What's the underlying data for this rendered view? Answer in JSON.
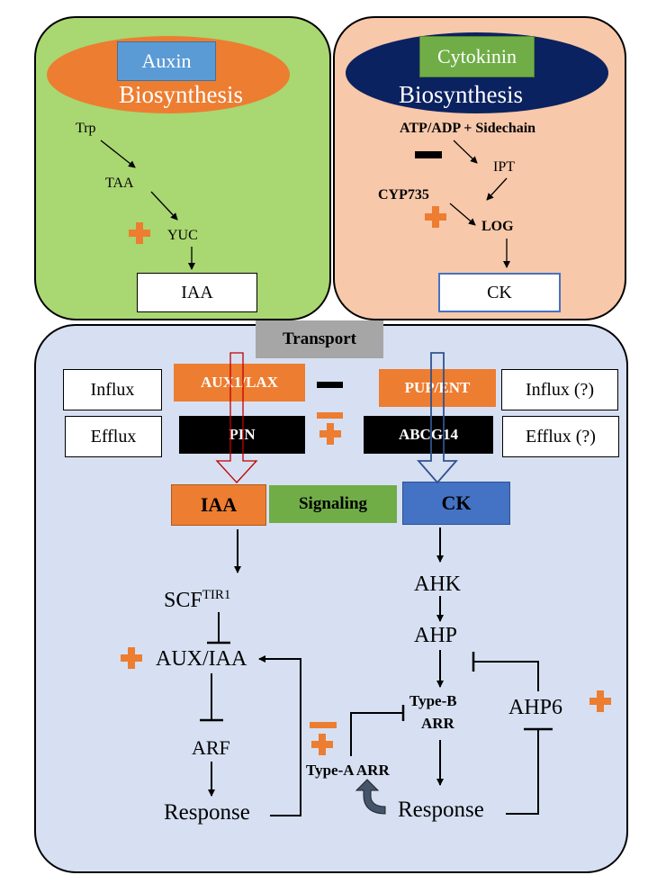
{
  "auxin": {
    "title": "Auxin",
    "subtitle": "Biosynthesis",
    "steps": [
      "Trp",
      "TAA",
      "YUC"
    ],
    "product": "IAA"
  },
  "cytokinin": {
    "title": "Cytokinin",
    "subtitle": "Biosynthesis",
    "substrate": "ATP/ADP + Sidechain",
    "ipt": "IPT",
    "cyp": "CYP735",
    "log": "LOG",
    "product": "CK"
  },
  "transport": {
    "title": "Transport",
    "influx_left": "Influx",
    "efflux_left": "Efflux",
    "aux1": "AUX1/LAX",
    "pin": "PIN",
    "pup": "PUP/ENT",
    "abcg": "ABCG14",
    "influx_right": "Influx (?)",
    "efflux_right": "Efflux (?)"
  },
  "signaling": {
    "title": "Signaling",
    "iaa": "IAA",
    "ck": "CK",
    "scf": "SCF",
    "scf_sup": "TIR1",
    "auxiaa": "AUX/IAA",
    "arf": "ARF",
    "response_left": "Response",
    "ahk": "AHK",
    "ahp": "AHP",
    "typeb_1": "Type-B",
    "typeb_2": "ARR",
    "ahp6": "AHP6",
    "typea": "Type-A ARR",
    "response_right": "Response"
  },
  "colors": {
    "green_panel": "#a9d771",
    "peach_panel": "#f8c8aa",
    "blue_panel": "#d6e0f2",
    "orange": "#ed7d31",
    "navy": "#0b2260",
    "blue_box": "#5b9bd5",
    "green_box": "#70ad47",
    "ck_blue": "#4472c4",
    "grey": "#a6a6a6",
    "black": "#000000"
  }
}
